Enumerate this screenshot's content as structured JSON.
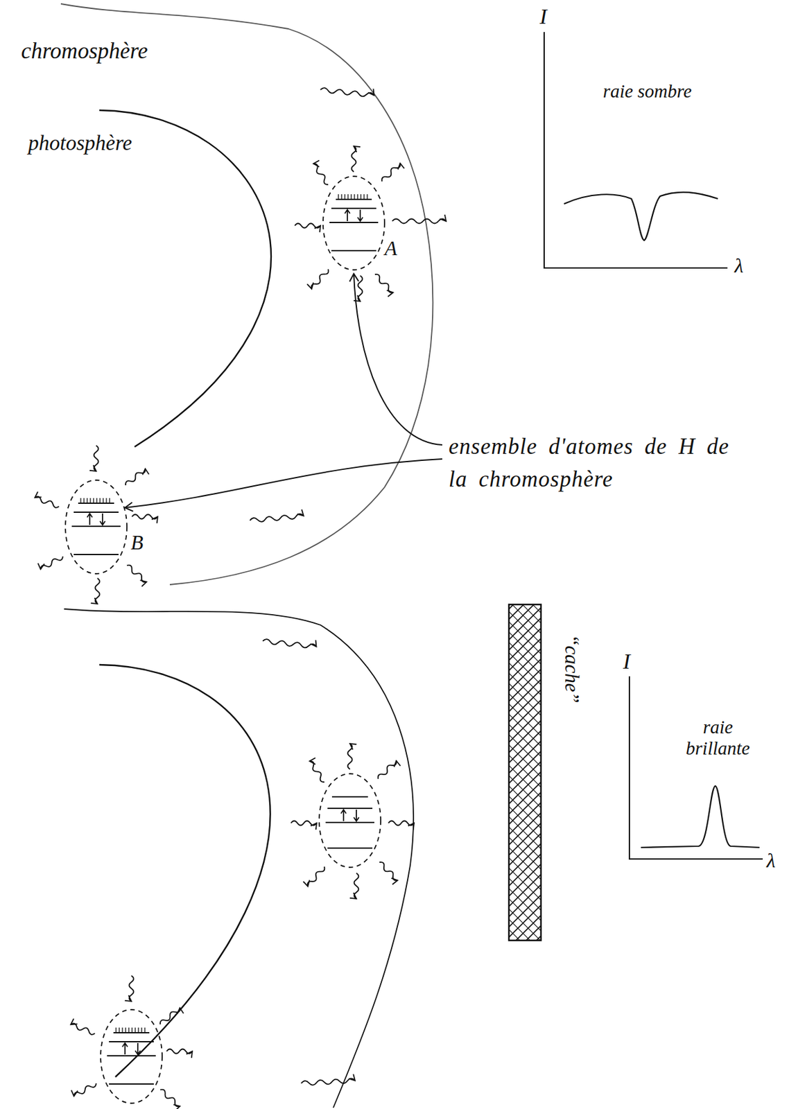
{
  "diagram": {
    "nodes": [
      {
        "text": [
          "A"
        ]
      },
      {
        "text": [
          "B"
        ]
      },
      {
        "text": [
          "ensemble d'atomes de H de la chromosphère"
        ]
      }
    ],
    "edges": [
      {
        "from": 2,
        "to": 0,
        "arrow": "to"
      },
      {
        "from": 2,
        "to": 1,
        "arrow": "to"
      }
    ],
    "labels": [
      "chromosphère",
      "photosphère",
      "I",
      "raie sombre",
      "λ",
      "“cache”",
      "I",
      "raie brillante",
      "λ"
    ]
  }
}
